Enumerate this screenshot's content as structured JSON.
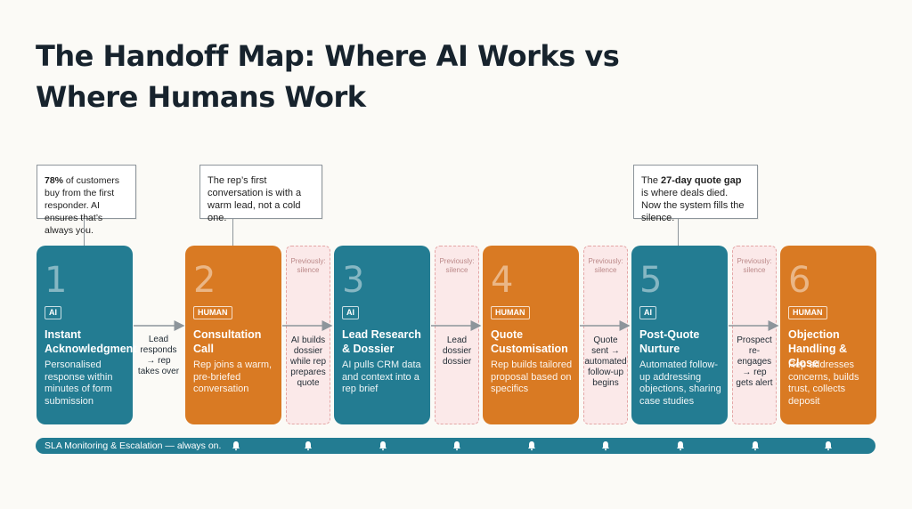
{
  "title": "The Handoff Map: Where AI Works vs Where Humans Work",
  "callouts": [
    {
      "bold": "78%",
      "text": " of customers buy from the first responder. AI ensures that’s always you."
    },
    {
      "bold": "",
      "text": "The rep’s first conversation is with a warm lead, not a cold one."
    },
    {
      "pre": "The ",
      "bold": "27-day quote gap",
      "text": " is where deals died. Now the system fills the silence."
    }
  ],
  "stages": [
    {
      "num": "1",
      "badge": "AI",
      "name": "Instant Acknowledgment",
      "desc": "Personalised response within minutes of form submission",
      "type": "ai"
    },
    {
      "num": "2",
      "badge": "HUMAN",
      "name": "Consultation Call",
      "desc": "Rep joins a warm, pre-briefed conversation",
      "type": "human"
    },
    {
      "num": "3",
      "badge": "AI",
      "name": "Lead Research & Dossier",
      "desc": "AI pulls CRM data and context into a rep brief",
      "type": "ai"
    },
    {
      "num": "4",
      "badge": "HUMAN",
      "name": "Quote Customisation",
      "desc": "Rep builds tailored proposal based on specifics",
      "type": "human"
    },
    {
      "num": "5",
      "badge": "AI",
      "name": "Post-Quote Nurture",
      "desc": "Automated follow-up addressing objections, sharing case studies",
      "type": "ai"
    },
    {
      "num": "6",
      "badge": "HUMAN",
      "name": "Objection Handling & Close",
      "desc": "Rep addresses concerns, builds trust, collects deposit",
      "type": "human"
    }
  ],
  "connectors": [
    {
      "label": "Lead responds → rep takes over"
    },
    {
      "label": "AI builds dossier while rep prepares quote",
      "gap": "Previously: silence"
    },
    {
      "label": "Lead dossier dossier",
      "gap": "Previously: silence"
    },
    {
      "label": "Quote sent → automated follow-up begins",
      "gap": "Previously: silence"
    },
    {
      "label": "Prospect re-engages → rep gets alert",
      "gap": "Previously: silence"
    }
  ],
  "sla": {
    "text": "SLA Monitoring & Escalation — always on.",
    "icon": "bell-icon"
  },
  "colors": {
    "ai": "#237c92",
    "human": "#d97a23",
    "gap_fill": "#fbe9e9",
    "background": "#fbfaf6"
  }
}
